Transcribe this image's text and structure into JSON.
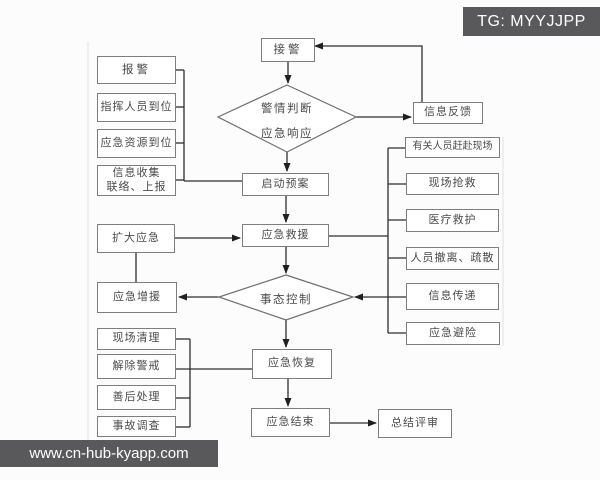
{
  "canvas": {
    "background": "#fcfcfc",
    "line_color": "#2e2e2e",
    "box_border_color": "#7e7e7e",
    "box_fill": "#ffffff",
    "text_color": "#4a4a4a",
    "watermark_bg": "#59585a",
    "watermark_text_color": "#ffffff"
  },
  "watermarks": {
    "top_right": {
      "text": "TG: MYYJJPP"
    },
    "bottom_left": {
      "text": "www.cn-hub-kyapp.com"
    }
  },
  "flowchart": {
    "nodes": {
      "receive_alarm": {
        "label": "接警",
        "shape": "rect"
      },
      "decision_judge": {
        "line1": "警情判断",
        "line2": "应急响应",
        "shape": "diamond"
      },
      "activate_plan": {
        "label": "启动预案",
        "shape": "rect"
      },
      "emergency_rescue": {
        "label": "应急救援",
        "shape": "rect"
      },
      "decision_control": {
        "label": "事态控制",
        "shape": "diamond"
      },
      "emergency_recovery": {
        "label": "应急恢复",
        "shape": "rect"
      },
      "emergency_end": {
        "label": "应急结束",
        "shape": "rect"
      },
      "summary_review": {
        "label": "总结评审",
        "shape": "rect"
      },
      "report_alarm": {
        "label": "报警",
        "shape": "rect"
      },
      "commanders_in_place": {
        "label": "指挥人员到位",
        "shape": "rect"
      },
      "resources_in_place": {
        "label": "应急资源到位",
        "shape": "rect"
      },
      "info_collection": {
        "line1": "信息收集",
        "line2": "联络、上报",
        "shape": "rect"
      },
      "expand_emergency": {
        "label": "扩大应急",
        "shape": "rect"
      },
      "emergency_reinforce": {
        "label": "应急增援",
        "shape": "rect"
      },
      "site_cleanup": {
        "label": "现场清理",
        "shape": "rect"
      },
      "lift_alert": {
        "label": "解除警戒",
        "shape": "rect"
      },
      "aftermath": {
        "label": "善后处理",
        "shape": "rect"
      },
      "accident_investigation": {
        "label": "事故调查",
        "shape": "rect"
      },
      "info_feedback": {
        "label": "信息反馈",
        "shape": "rect"
      },
      "personnel_to_scene": {
        "label": "有关人员赶赴现场",
        "shape": "rect"
      },
      "onsite_rescue": {
        "label": "现场抢救",
        "shape": "rect"
      },
      "medical_care": {
        "label": "医疗救护",
        "shape": "rect"
      },
      "evacuation": {
        "label": "人员撤离、疏散",
        "shape": "rect"
      },
      "info_transfer": {
        "label": "信息传递",
        "shape": "rect"
      },
      "emergency_avoidance": {
        "label": "应急避险",
        "shape": "rect"
      }
    },
    "edges": [
      {
        "from": "receive_alarm",
        "to": "decision_judge",
        "arrow": true
      },
      {
        "from": "decision_judge",
        "to": "info_feedback",
        "arrow": true
      },
      {
        "from": "info_feedback",
        "to": "receive_alarm",
        "arrow": true
      },
      {
        "from": "decision_judge",
        "to": "activate_plan",
        "arrow": true
      },
      {
        "from": "report_alarm",
        "to": "activate_plan",
        "arrow": false
      },
      {
        "from": "commanders_in_place",
        "to": "activate_plan",
        "arrow": false
      },
      {
        "from": "resources_in_place",
        "to": "activate_plan",
        "arrow": false
      },
      {
        "from": "info_collection",
        "to": "activate_plan",
        "arrow": false
      },
      {
        "from": "activate_plan",
        "to": "emergency_rescue",
        "arrow": true
      },
      {
        "from": "expand_emergency",
        "to": "emergency_rescue",
        "arrow": true
      },
      {
        "from": "expand_emergency",
        "to": "emergency_reinforce",
        "arrow": false
      },
      {
        "from": "emergency_rescue",
        "to": "decision_control",
        "arrow": true
      },
      {
        "from": "emergency_rescue",
        "to": "personnel_to_scene",
        "arrow": false
      },
      {
        "from": "emergency_rescue",
        "to": "onsite_rescue",
        "arrow": false
      },
      {
        "from": "emergency_rescue",
        "to": "medical_care",
        "arrow": false
      },
      {
        "from": "emergency_rescue",
        "to": "evacuation",
        "arrow": false
      },
      {
        "from": "emergency_rescue",
        "to": "info_transfer",
        "arrow": false
      },
      {
        "from": "emergency_rescue",
        "to": "emergency_avoidance",
        "arrow": false
      },
      {
        "from": "info_transfer",
        "to": "decision_control",
        "arrow": true
      },
      {
        "from": "decision_control",
        "to": "emergency_reinforce",
        "arrow": true
      },
      {
        "from": "decision_control",
        "to": "emergency_recovery",
        "arrow": true
      },
      {
        "from": "site_cleanup",
        "to": "emergency_recovery",
        "arrow": false
      },
      {
        "from": "lift_alert",
        "to": "emergency_recovery",
        "arrow": false
      },
      {
        "from": "aftermath",
        "to": "emergency_recovery",
        "arrow": false
      },
      {
        "from": "accident_investigation",
        "to": "emergency_recovery",
        "arrow": false
      },
      {
        "from": "emergency_recovery",
        "to": "emergency_end",
        "arrow": true
      },
      {
        "from": "emergency_end",
        "to": "summary_review",
        "arrow": true
      }
    ]
  }
}
